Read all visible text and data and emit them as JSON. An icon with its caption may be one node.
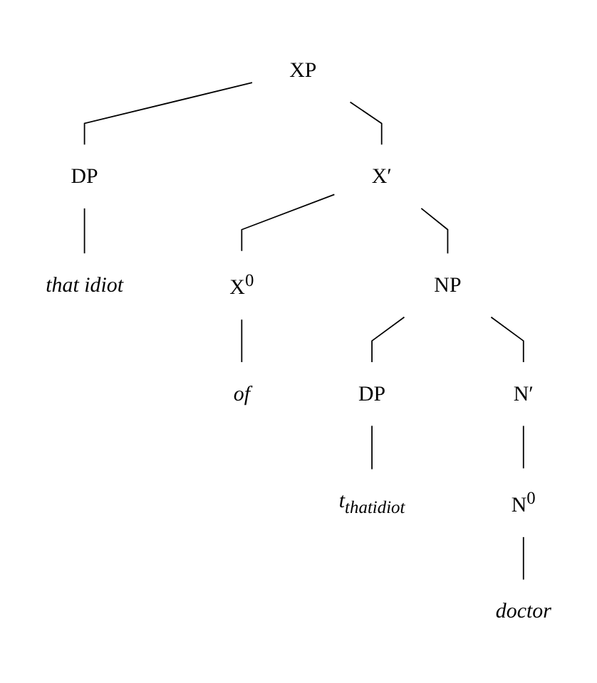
{
  "diagram": {
    "nodes": [
      {
        "text": [
          "XP"
        ]
      },
      {
        "text": [
          "DP"
        ]
      },
      {
        "text": [
          "X′"
        ]
      },
      {
        "text": [
          "that idiot"
        ]
      },
      {
        "text": [
          "X$^{0}$"
        ]
      },
      {
        "text": [
          "NP"
        ]
      },
      {
        "text": [
          "of"
        ]
      },
      {
        "text": [
          "DP"
        ]
      },
      {
        "text": [
          "N′"
        ]
      },
      {
        "text": [
          "t$_{thatidiot}$"
        ]
      },
      {
        "text": [
          "N$^{0}$"
        ]
      },
      {
        "text": [
          "doctor"
        ]
      }
    ],
    "edges": [
      {
        "from": 0,
        "to": 1,
        "arrow": "none"
      },
      {
        "from": 0,
        "to": 2,
        "arrow": "none"
      },
      {
        "from": 1,
        "to": 3,
        "arrow": "none"
      },
      {
        "from": 2,
        "to": 4,
        "arrow": "none"
      },
      {
        "from": 2,
        "to": 5,
        "arrow": "none"
      },
      {
        "from": 4,
        "to": 6,
        "arrow": "none"
      },
      {
        "from": 5,
        "to": 7,
        "arrow": "none"
      },
      {
        "from": 5,
        "to": 8,
        "arrow": "none"
      },
      {
        "from": 7,
        "to": 9,
        "arrow": "none"
      },
      {
        "from": 8,
        "to": 10,
        "arrow": "none"
      },
      {
        "from": 10,
        "to": 11,
        "arrow": "none"
      }
    ]
  }
}
